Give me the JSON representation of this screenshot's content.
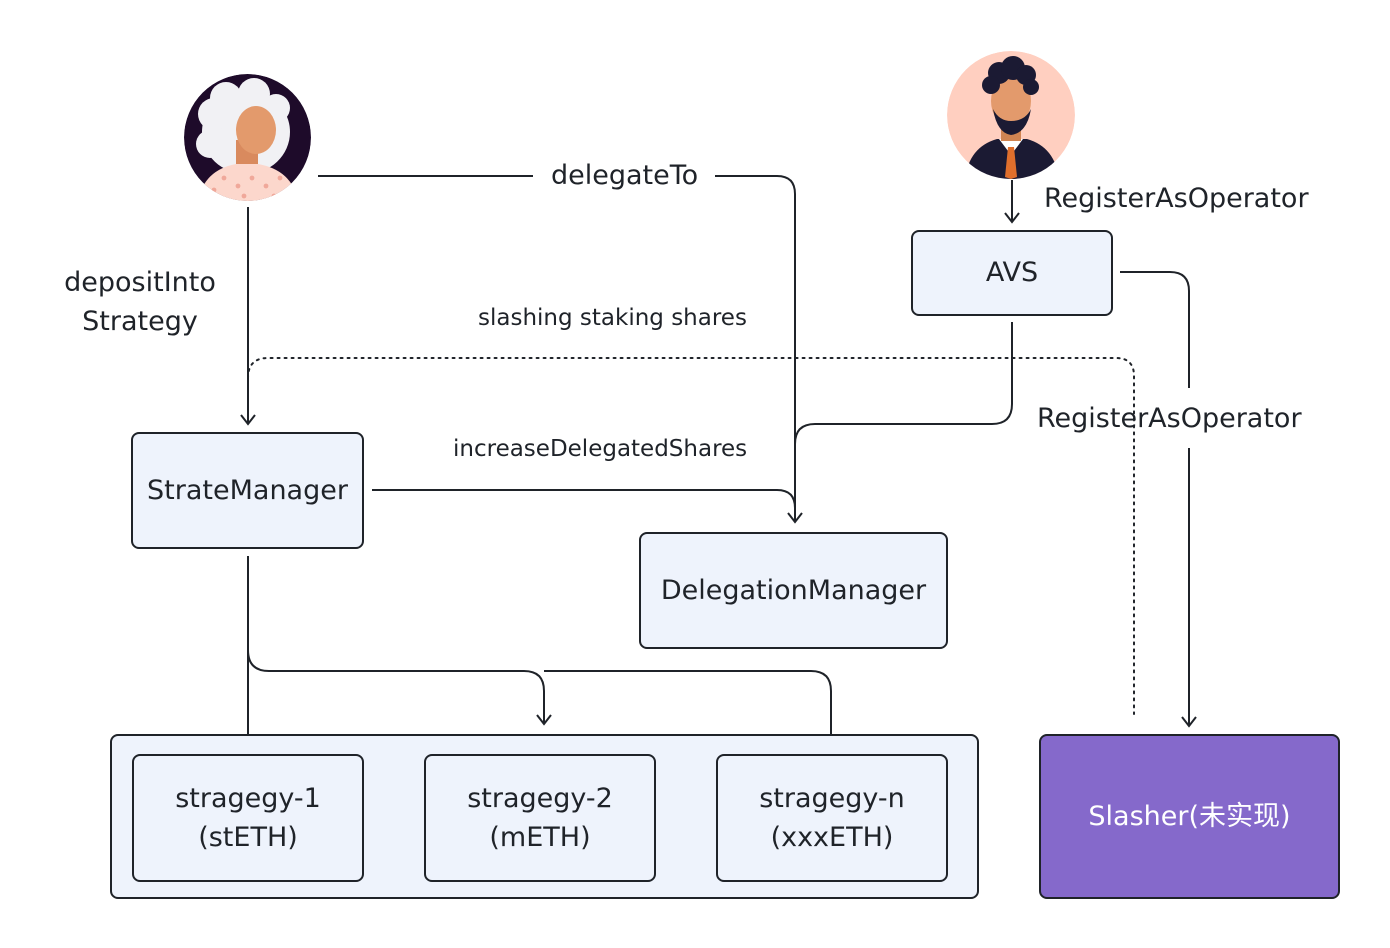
{
  "nodes": {
    "avs": "AVS",
    "strate_manager": "StrateManager",
    "delegation_manager": "DelegationManager",
    "slasher": "Slasher(未实现)",
    "strategies": [
      {
        "name": "stragegy-1",
        "token": "(stETH)"
      },
      {
        "name": "stragegy-2",
        "token": "(mETH)"
      },
      {
        "name": "stragegy-n",
        "token": "(xxxETH)"
      }
    ]
  },
  "edges": {
    "delegate_to": "delegateTo",
    "register_as_operator_top": "RegisterAsOperator",
    "register_as_operator_side": "RegisterAsOperator",
    "deposit_into_line1": "depositInto",
    "deposit_into_line2": "Strategy",
    "slashing_staking_shares": "slashing staking shares",
    "increase_delegated_shares": "increaseDelegatedShares"
  },
  "actors": {
    "staker_icon": "staker-avatar-icon",
    "operator_icon": "operator-avatar-icon"
  },
  "colors": {
    "box_fill": "#eef3fc",
    "stroke": "#1f2329",
    "slasher_fill": "#8569cb",
    "staker_bg": "#1e0b2a",
    "operator_bg": "#ffcfc0"
  }
}
